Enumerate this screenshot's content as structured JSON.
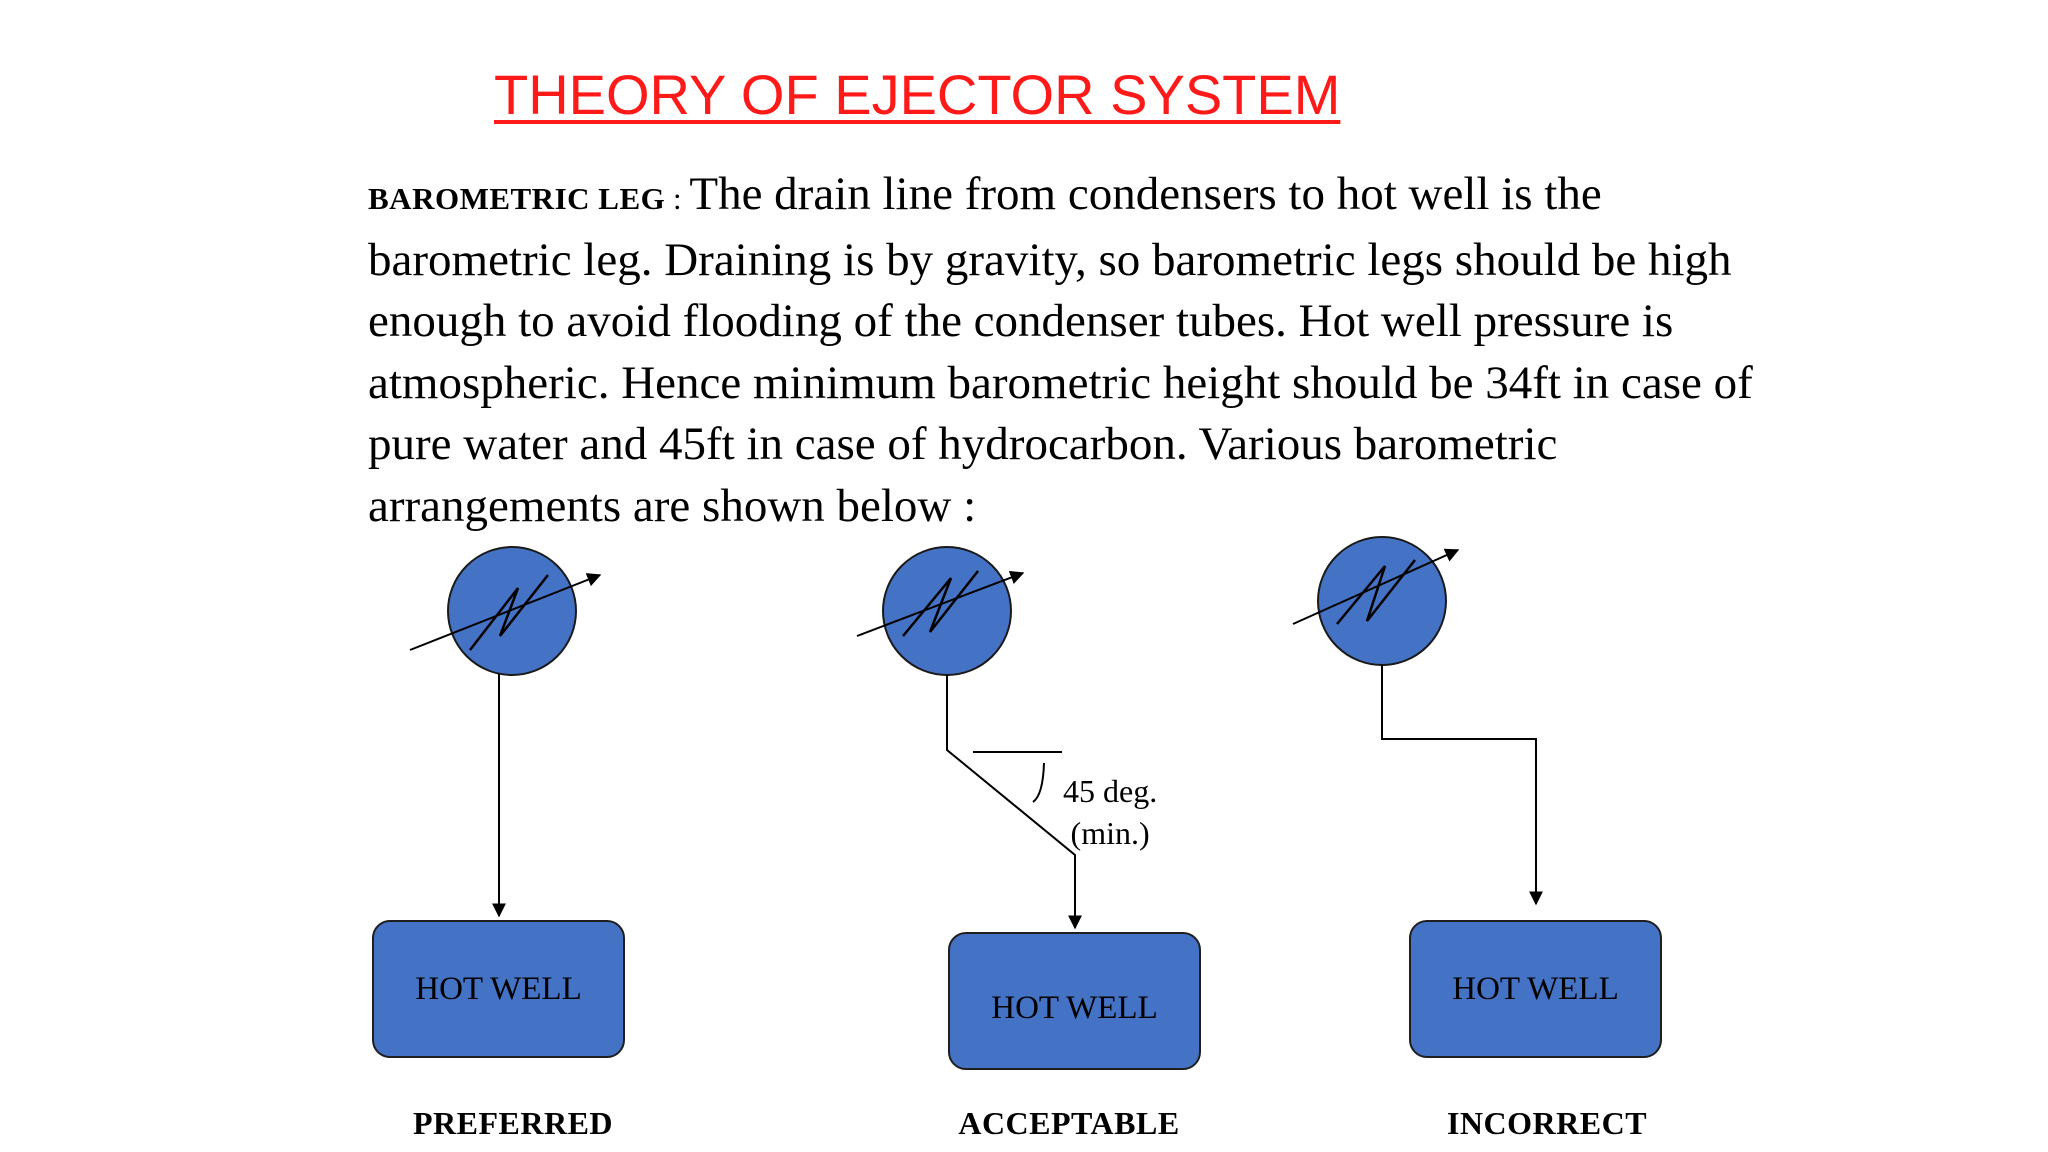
{
  "title": "THEORY OF EJECTOR SYSTEM",
  "paragraph": {
    "lead": "BAROMETRIC LEG",
    "separator": " : ",
    "text": "The drain line from condensers to hot well is the barometric leg. Draining is by gravity, so barometric legs should be high enough to avoid flooding of the condenser tubes. Hot well pressure is atmospheric. Hence minimum barometric height should be 34ft in case of pure water and 45ft in case of hydrocarbon. Various barometric arrangements are shown below :"
  },
  "arrangements": [
    {
      "well_label": "HOT WELL",
      "caption": "PREFERRED"
    },
    {
      "well_label": "HOT WELL",
      "caption": "ACCEPTABLE",
      "angle_label_1": "45 deg.",
      "angle_label_2": "(min.)"
    },
    {
      "well_label": "HOT WELL",
      "caption": "INCORRECT"
    }
  ],
  "colors": {
    "title": "#ff1a1a",
    "equipment_fill": "#4472c4",
    "line": "#000000"
  },
  "icons": [
    "condenser-symbol-icon",
    "flow-arrow-icon"
  ]
}
